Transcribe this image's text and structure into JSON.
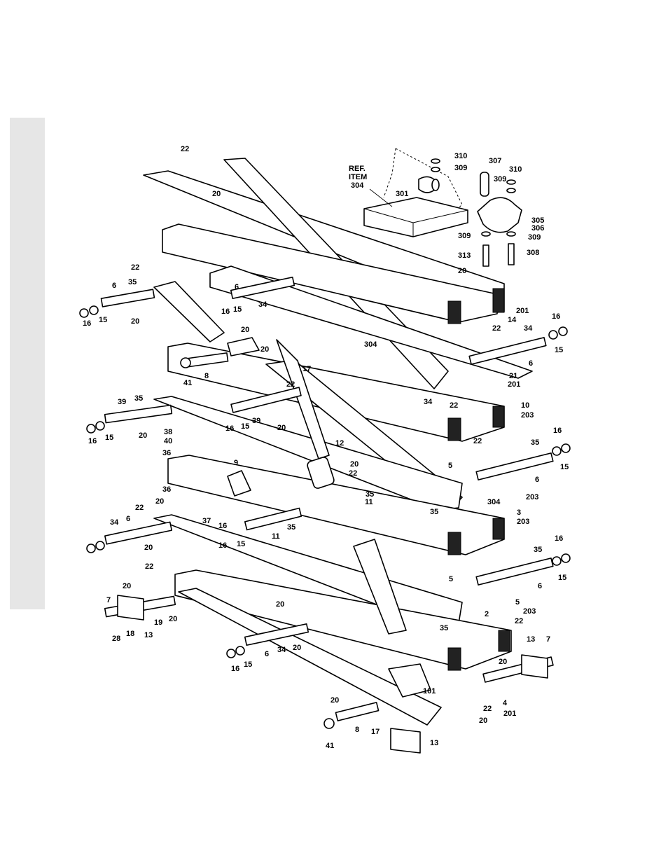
{
  "page": {
    "side_tab_color": "#e6e6e6",
    "ink_color": "#000000"
  },
  "inset": {
    "ref_line1": "REF.",
    "ref_line2": "ITEM",
    "ref_line3": "304"
  },
  "callouts": [
    "22",
    "20",
    "310",
    "309",
    "301",
    "307",
    "310",
    "309",
    "305",
    "306",
    "309",
    "309",
    "313",
    "308",
    "22",
    "6",
    "35",
    "16",
    "15",
    "20",
    "6",
    "16",
    "15",
    "34",
    "20",
    "201",
    "22",
    "14",
    "16",
    "34",
    "15",
    "20",
    "304",
    "17",
    "41",
    "8",
    "21",
    "201",
    "6",
    "22",
    "34",
    "22",
    "10",
    "203",
    "22",
    "39",
    "35",
    "16",
    "15",
    "39",
    "20",
    "20",
    "16",
    "15",
    "20",
    "35",
    "16",
    "15",
    "38",
    "40",
    "36",
    "12",
    "5",
    "6",
    "9",
    "20",
    "22",
    "203",
    "35",
    "11",
    "36",
    "20",
    "304",
    "3",
    "203",
    "35",
    "22",
    "37",
    "34",
    "6",
    "16",
    "11",
    "35",
    "16",
    "15",
    "20",
    "5",
    "35",
    "16",
    "15",
    "6",
    "22",
    "5",
    "203",
    "20",
    "7",
    "20",
    "22",
    "2",
    "19",
    "20",
    "28",
    "18",
    "13",
    "35",
    "6",
    "34",
    "20",
    "20",
    "16",
    "15",
    "13",
    "7",
    "20",
    "101",
    "22",
    "4",
    "201",
    "41",
    "8",
    "17",
    "20",
    "13"
  ]
}
